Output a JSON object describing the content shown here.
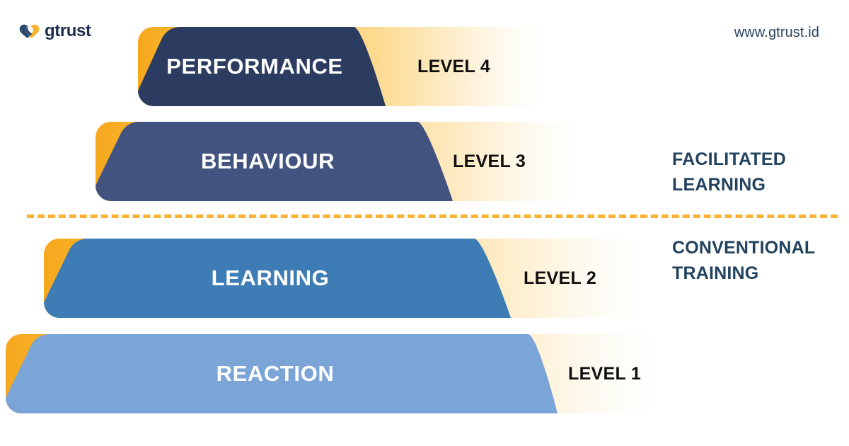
{
  "header": {
    "logo_text": "gtrust",
    "logo_icon": "interlocking-hearts-icon",
    "url": "www.gtrust.id"
  },
  "colors": {
    "navy_darkest": "#2c3c61",
    "navy_dark": "#43537f",
    "blue_medium": "#3d7cb4",
    "blue_light": "#7ba5d6",
    "amber": "#f6a81e",
    "amber_dash": "#f9b233",
    "caption_text": "#23425e",
    "url_text": "#28445f",
    "logo_text": "#1d2f4e"
  },
  "levels": [
    {
      "name": "PERFORMANCE",
      "level": "LEVEL 4",
      "fill": "#2c3c61",
      "group": "facilitated"
    },
    {
      "name": "BEHAVIOUR",
      "level": "LEVEL 3",
      "fill": "#43537f",
      "group": "facilitated"
    },
    {
      "name": "LEARNING",
      "level": "LEVEL 2",
      "fill": "#3d7cb4",
      "group": "conventional"
    },
    {
      "name": "REACTION",
      "level": "LEVEL 1",
      "fill": "#7ba5d6",
      "group": "conventional"
    }
  ],
  "groups": {
    "facilitated": {
      "line1": "FACILITATED",
      "line2": "LEARNING"
    },
    "conventional": {
      "line1": "CONVENTIONAL",
      "line2": "TRAINING"
    }
  },
  "divider": {
    "style": "dashed",
    "color": "#f9b233"
  }
}
